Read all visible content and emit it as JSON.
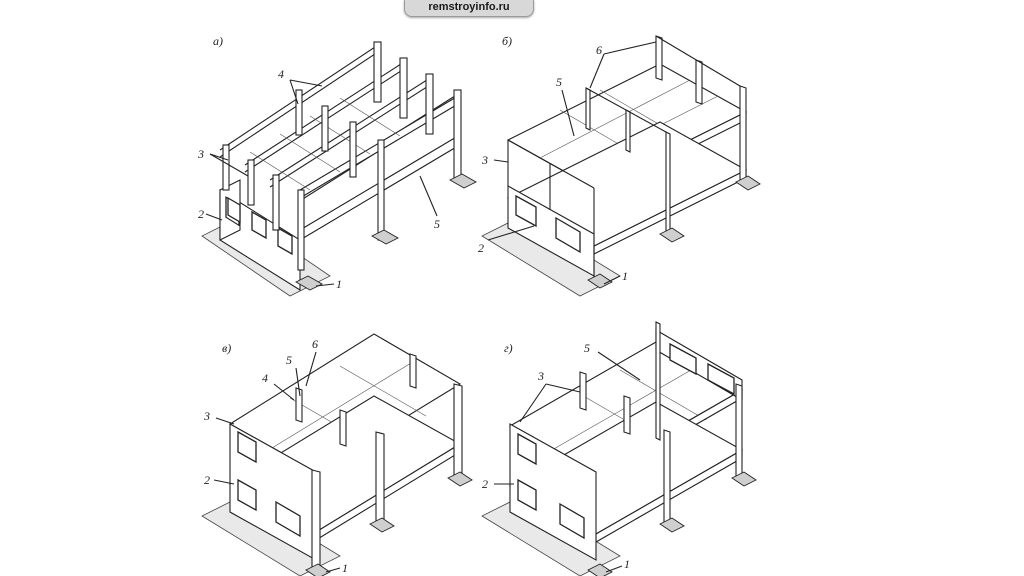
{
  "watermark": "remstroyinfo.ru",
  "panels": [
    {
      "letter": "а)",
      "callouts": [
        "4",
        "3",
        "2",
        "1",
        "5"
      ]
    },
    {
      "letter": "б)",
      "callouts": [
        "6",
        "5",
        "3",
        "2",
        "1"
      ]
    },
    {
      "letter": "в)",
      "callouts": [
        "5",
        "6",
        "4",
        "3",
        "2",
        "1"
      ]
    },
    {
      "letter": "г)",
      "callouts": [
        "5",
        "3",
        "2",
        "1"
      ]
    }
  ]
}
